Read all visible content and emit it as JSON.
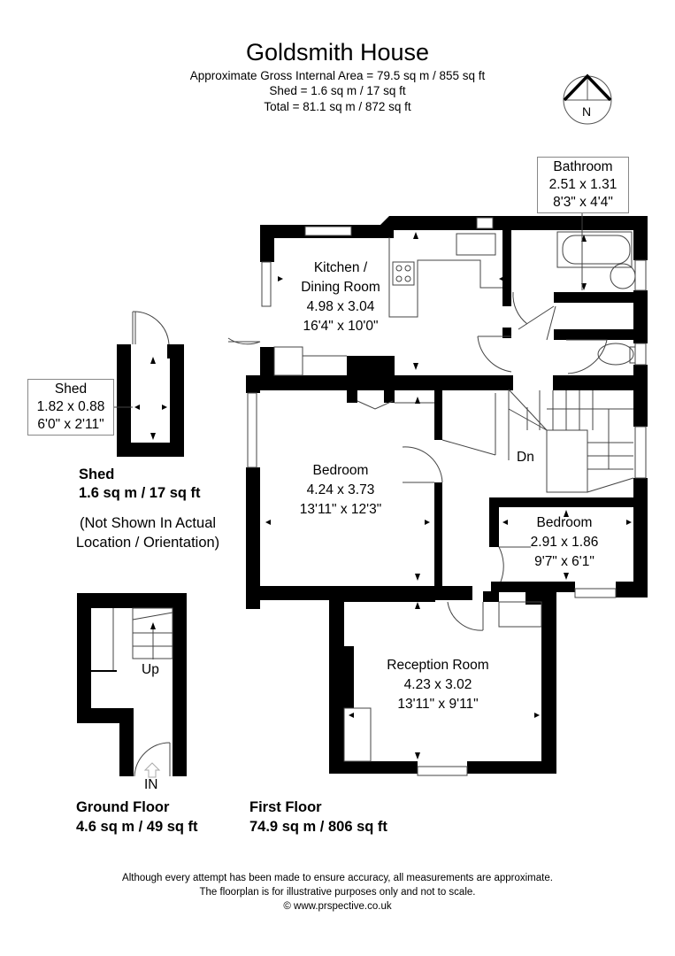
{
  "header": {
    "title": "Goldsmith House",
    "gross_internal_area": "Approximate Gross Internal Area = 79.5 sq m / 855 sq ft",
    "shed_area": "Shed = 1.6 sq m / 17 sq ft",
    "total_area": "Total = 81.1 sq m / 872 sq ft"
  },
  "compass": {
    "label": "N"
  },
  "rooms": {
    "kitchen": {
      "name_line1": "Kitchen /",
      "name_line2": "Dining Room",
      "metric": "4.98 x 3.04",
      "imperial": "16'4\" x 10'0\""
    },
    "bathroom": {
      "name": "Bathroom",
      "metric": "2.51 x 1.31",
      "imperial": "8'3\" x 4'4\""
    },
    "bedroom1": {
      "name": "Bedroom",
      "metric": "4.24 x 3.73",
      "imperial": "13'11\" x 12'3\""
    },
    "bedroom2": {
      "name": "Bedroom",
      "metric": "2.91 x 1.86",
      "imperial": "9'7\" x 6'1\""
    },
    "reception": {
      "name": "Reception Room",
      "metric": "4.23 x 3.02",
      "imperial": "13'11\" x 9'11\""
    },
    "shed": {
      "name": "Shed",
      "metric": "1.82 x 0.88",
      "imperial": "6'0\" x 2'11\""
    }
  },
  "stairs": {
    "down_label": "Dn",
    "up_label": "Up",
    "entrance_label": "IN"
  },
  "floors": {
    "shed": {
      "title": "Shed",
      "area": "1.6 sq m / 17 sq ft",
      "note_line1": "(Not Shown In Actual",
      "note_line2": "Location / Orientation)"
    },
    "ground": {
      "title": "Ground Floor",
      "area": "4.6 sq m / 49 sq ft"
    },
    "first": {
      "title": "First Floor",
      "area": "74.9 sq m / 806 sq ft"
    }
  },
  "footer": {
    "line1": "Although every attempt has been made to ensure accuracy, all measurements are approximate.",
    "line2": "The floorplan is for illustrative purposes only and not to scale.",
    "line3": "© www.prspective.co.uk"
  },
  "colors": {
    "wall": "#000000",
    "thin_line": "#444444",
    "callout_border": "#888888",
    "background": "#ffffff"
  }
}
